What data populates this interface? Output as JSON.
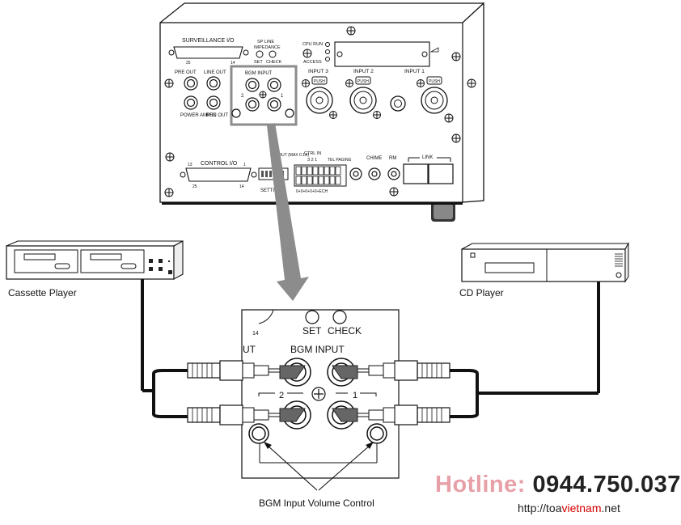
{
  "rear_panel": {
    "surveillance_label": "SURVEILLANCE I/O",
    "surveillance_pin_left": "25",
    "surveillance_pin_right": "14",
    "sp_line_label": "SP LINE",
    "impedance_label": "IMPEDANCE",
    "set_label": "SET",
    "check_label": "CHECK",
    "cpu_run_label": "CPU RUN",
    "access_label": "ACCESS",
    "pre_out_label": "PRE OUT",
    "line_out_label": "LINE OUT",
    "power_amp_in_label": "POWER AMP IN",
    "rec_out_label": "REC OUT",
    "bgm_input_label": "BGM INPUT",
    "bgm_ch2": "2",
    "bgm_ch1": "1",
    "input3_label": "INPUT 3",
    "input2_label": "INPUT 2",
    "input1_label": "INPUT 1",
    "push_label": "PUSH",
    "control_io_label": "CONTROL I/O",
    "control_pin_13": "13",
    "control_pin_1": "1",
    "control_pin_25": "25",
    "control_pin_14": "14",
    "out_24v_label": "24V OUT (MAX 0.1A)",
    "settings_label": "SETTINGS",
    "ctrl_in_label": "CTRL IN",
    "ctrl_in_numbers": "3  2  1",
    "tel_paging_label": "TEL PAGING",
    "terminal_labels": "0+0+0+0+0+ECH",
    "chime_label": "CHIME",
    "rm_label": "RM",
    "link_label": "LINK"
  },
  "detail": {
    "set_label": "SET",
    "check_label": "CHECK",
    "number_14": "14",
    "ut_label": "UT",
    "bgm_input_label": "BGM INPUT",
    "ch2_label": "2",
    "ch1_label": "1"
  },
  "devices": {
    "cassette_label": "Cassette Player",
    "cd_label": "CD Player"
  },
  "callout": {
    "volume_control_label": "BGM Input Volume Control"
  },
  "watermark": {
    "hotline_label": "Hotline:",
    "hotline_number": "0944.750.037",
    "website_prefix": "http://toa",
    "website_highlight": "vietnam",
    "website_suffix": ".net"
  },
  "colors": {
    "arrow_gray": "#8c8c8c",
    "cable_black": "#111111",
    "hotline_pink": "#e8a0a8",
    "website_red": "#d40000"
  }
}
